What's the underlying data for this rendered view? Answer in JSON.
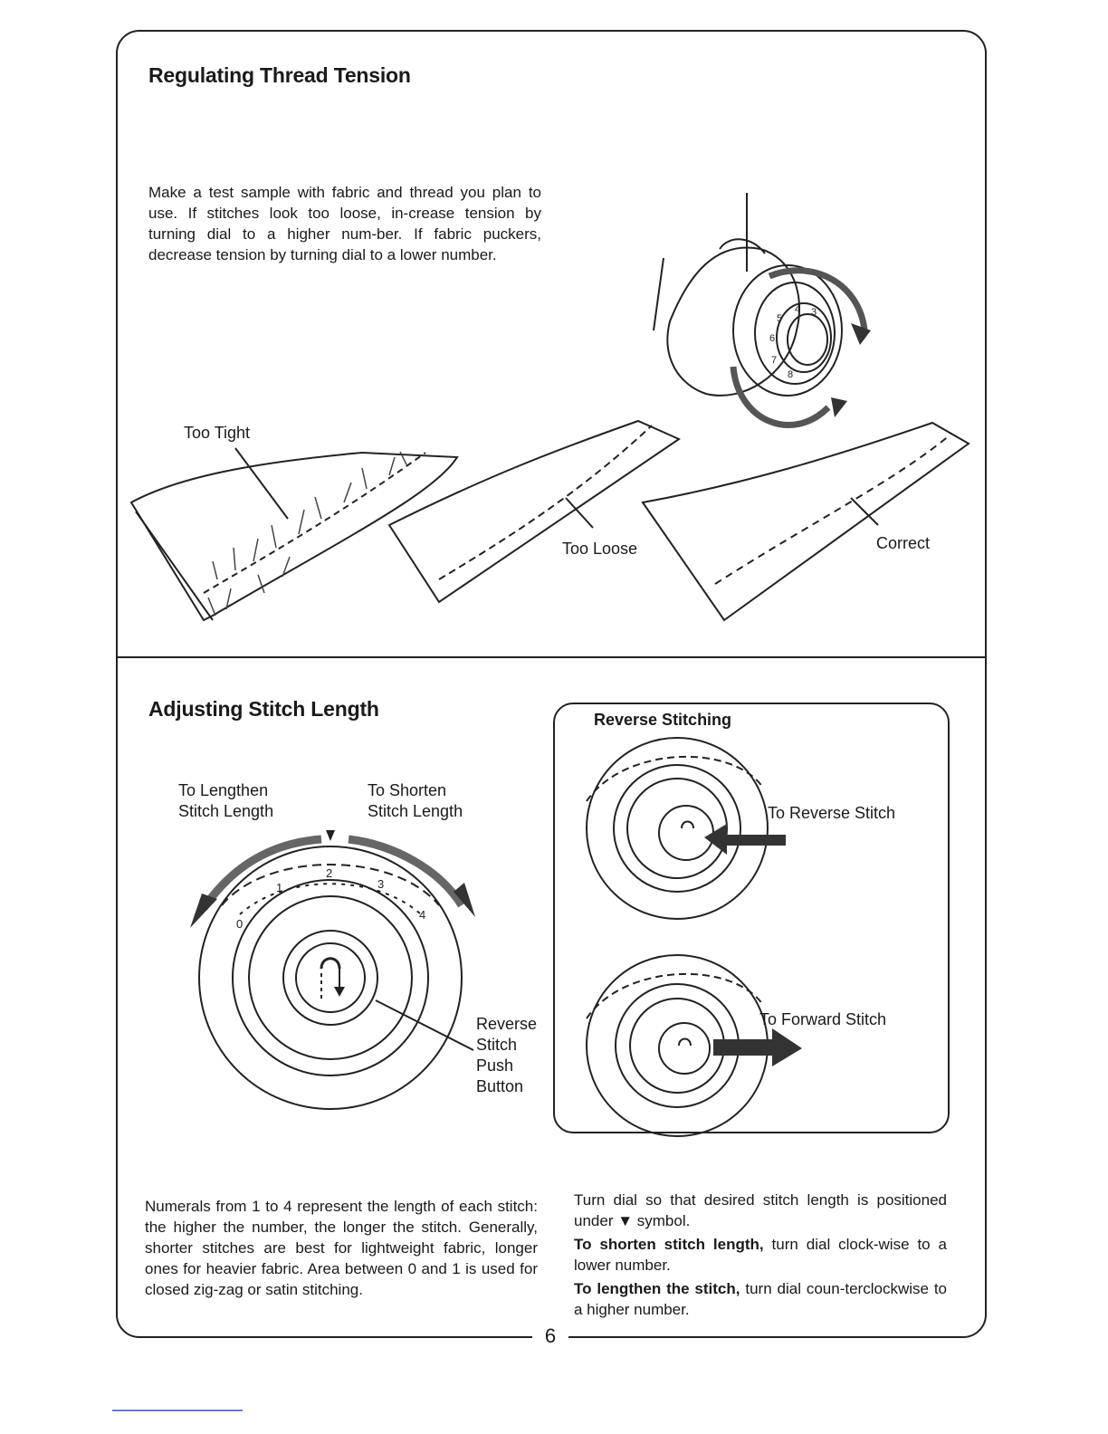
{
  "page_number": "6",
  "tension": {
    "title": "Regulating Thread Tension",
    "body": "Make a test sample with fabric and thread you plan to use. If stitches look too loose, in-crease tension by turning dial to a higher num-ber. If fabric puckers, decrease tension by turning dial to a lower number.",
    "labels": {
      "too_tight": "Too Tight",
      "too_loose": "Too Loose",
      "correct": "Correct"
    },
    "dial_numbers": [
      "3",
      "4",
      "5",
      "6",
      "7",
      "8"
    ]
  },
  "stitch_length": {
    "title": "Adjusting Stitch Length",
    "to_lengthen": "To Lengthen\nStitch Length",
    "to_shorten": "To Shorten\nStitch Length",
    "reverse_button_label": "Reverse\nStitch\nPush\nButton",
    "dial_numbers": [
      "0",
      "1",
      "2",
      "3",
      "4"
    ],
    "body": "Numerals from 1 to 4 represent the length of each stitch: the higher the number, the longer the stitch. Generally, shorter stitches are best for lightweight fabric, longer ones for heavier fabric. Area between 0 and 1 is used for closed zig-zag or satin stitching."
  },
  "reverse": {
    "title": "Reverse Stitching",
    "to_reverse": "To Reverse Stitch",
    "to_forward": "To Forward Stitch",
    "instructions": {
      "intro": "Turn dial so that desired stitch length is positioned under ▼ symbol.",
      "shorten_bold": "To shorten stitch length,",
      "shorten_rest": " turn dial clock-wise to a lower number.",
      "lengthen_bold": "To lengthen the stitch,",
      "lengthen_rest": " turn dial coun-terclockwise to a higher number."
    }
  },
  "icons": [
    "tension-dial-illustration",
    "fabric-sample-illustration",
    "stitch-length-dial-illustration",
    "reverse-button-dial-illustration",
    "arrow-icon"
  ]
}
